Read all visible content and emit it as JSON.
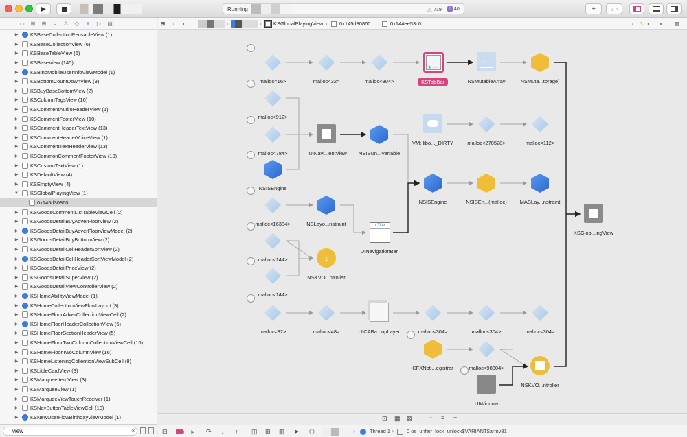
{
  "toolbar": {
    "status": "Running",
    "warnings": "719",
    "issues": "40",
    "add_label": "+"
  },
  "filter": {
    "value": "view"
  },
  "jumpbar": {
    "crumb_class": "KSGlobalPlayingView",
    "crumb_addr1": "0x145d30860",
    "crumb_addr2": "0x144ee53c0"
  },
  "sidebar": {
    "items": [
      {
        "label": "KSBaseCollectionReusableView (1)",
        "icon": "cube",
        "indent": 0
      },
      {
        "label": "KSBaseCollectionView (6)",
        "icon": "grid",
        "indent": 0
      },
      {
        "label": "KSBaseTableView (6)",
        "icon": "box",
        "indent": 0
      },
      {
        "label": "KSBaseView (145)",
        "icon": "box",
        "indent": 0
      },
      {
        "label": "KSBindMobileUserInfoViewModel (1)",
        "icon": "cube",
        "indent": 0
      },
      {
        "label": "KSBottomCountDownView (3)",
        "icon": "box",
        "indent": 0
      },
      {
        "label": "KSBuyBaseBottomView (2)",
        "icon": "box",
        "indent": 0
      },
      {
        "label": "KSColumnTagsView (16)",
        "icon": "box",
        "indent": 0
      },
      {
        "label": "KSCommentAudioHeaderView (1)",
        "icon": "box",
        "indent": 0
      },
      {
        "label": "KSCommentFooterView (10)",
        "icon": "box",
        "indent": 0
      },
      {
        "label": "KSCommentHeaderTextView (13)",
        "icon": "box",
        "indent": 0
      },
      {
        "label": "KSCommentHeaderVoiceView (1)",
        "icon": "box",
        "indent": 0
      },
      {
        "label": "KSCommentTextHeaderView (13)",
        "icon": "box",
        "indent": 0
      },
      {
        "label": "KSCommonCommentFooterView (10)",
        "icon": "box",
        "indent": 0
      },
      {
        "label": "KSCustomTextView (1)",
        "icon": "grid",
        "indent": 0
      },
      {
        "label": "KSDefaultView (4)",
        "icon": "box",
        "indent": 0
      },
      {
        "label": "KSEmptyView (4)",
        "icon": "box",
        "indent": 0
      },
      {
        "label": "KSGlobalPlayingView (1)",
        "icon": "box",
        "indent": 0,
        "expanded": true
      },
      {
        "label": "0x145d30860",
        "icon": "box",
        "indent": 1,
        "selected": true
      },
      {
        "label": "KSGoodsCommentListTableViewCell (2)",
        "icon": "grid",
        "indent": 0
      },
      {
        "label": "KSGoodsDetailBuyAdverFloorView (2)",
        "icon": "box",
        "indent": 0
      },
      {
        "label": "KSGoodsDetailBuyAdverFloorViewModel (2)",
        "icon": "cube",
        "indent": 0
      },
      {
        "label": "KSGoodsDetailBuyBottomView (2)",
        "icon": "box",
        "indent": 0
      },
      {
        "label": "KSGoodsDetailCellHeaderSortView (2)",
        "icon": "box",
        "indent": 0
      },
      {
        "label": "KSGoodsDetailCellHeaderSortViewModel (2)",
        "icon": "cube",
        "indent": 0
      },
      {
        "label": "KSGoodsDetailPriceView (2)",
        "icon": "box",
        "indent": 0
      },
      {
        "label": "KSGoodsDetailSuperView (2)",
        "icon": "box",
        "indent": 0
      },
      {
        "label": "KSGoodsDetailViewControllerView (2)",
        "icon": "box",
        "indent": 0
      },
      {
        "label": "KSHomeAbilityViewModel (1)",
        "icon": "cube",
        "indent": 0
      },
      {
        "label": "KSHomeCollectionViewFlowLayout (3)",
        "icon": "cube",
        "indent": 0
      },
      {
        "label": "KSHomeFloorAdverCollectionViewCell (2)",
        "icon": "grid",
        "indent": 0
      },
      {
        "label": "KSHomeFloorHeaderCollectionView (5)",
        "icon": "cube",
        "indent": 0
      },
      {
        "label": "KSHomeFloorSectionHeaderView (5)",
        "icon": "box",
        "indent": 0
      },
      {
        "label": "KSHomeFloorTwoColumnCollectionViewCell (16)",
        "icon": "grid",
        "indent": 0
      },
      {
        "label": "KSHomeFloorTwoColumnView (16)",
        "icon": "box",
        "indent": 0
      },
      {
        "label": "KSHomeListeningCollentionViewSubCell (8)",
        "icon": "grid",
        "indent": 0
      },
      {
        "label": "KSLittleCardView (3)",
        "icon": "box",
        "indent": 0
      },
      {
        "label": "KSMarqueeItemView (3)",
        "icon": "box",
        "indent": 0
      },
      {
        "label": "KSMarqueeView (1)",
        "icon": "box",
        "indent": 0
      },
      {
        "label": "KSMarqueeViewTouchReceiver (1)",
        "icon": "box",
        "indent": 0
      },
      {
        "label": "KSNavButtonTableViewCell (10)",
        "icon": "grid",
        "indent": 0
      },
      {
        "label": "KSNewUserFlowBirthdayViewModel (1)",
        "icon": "cube",
        "indent": 0
      }
    ]
  },
  "graph": {
    "nodes": [
      {
        "id": "m16",
        "label": "malloc<16>",
        "kind": "diamond",
        "mem": true
      },
      {
        "id": "m32a",
        "label": "malloc<32>",
        "kind": "diamond"
      },
      {
        "id": "m304a",
        "label": "malloc<304>",
        "kind": "diamond"
      },
      {
        "id": "tabbar",
        "label": "KSTabBar",
        "kind": "tabbar",
        "highlight": true
      },
      {
        "id": "nsmarr",
        "label": "NSMutableArray",
        "kind": "bracket"
      },
      {
        "id": "nsmuta",
        "label": "NSMuta...torage)",
        "kind": "hexagon"
      },
      {
        "id": "m912",
        "label": "malloc<912>",
        "kind": "diamond",
        "mem": true
      },
      {
        "id": "m784",
        "label": "malloc<784>",
        "kind": "diamond",
        "mem": true
      },
      {
        "id": "uinavi",
        "label": "_UINavi...entView",
        "kind": "square"
      },
      {
        "id": "nsisvar",
        "label": "NSISUn...Variable",
        "kind": "cube"
      },
      {
        "id": "vmlibo",
        "label": "VM: libo..._DIRTY",
        "kind": "vm"
      },
      {
        "id": "m278528",
        "label": "malloc<278528>",
        "kind": "diamond"
      },
      {
        "id": "m112",
        "label": "malloc<112>",
        "kind": "diamond"
      },
      {
        "id": "nsisengA",
        "label": "NSISEngine",
        "kind": "cube",
        "mem": true
      },
      {
        "id": "nsisengB",
        "label": "NSISEngine",
        "kind": "cube"
      },
      {
        "id": "nsisenmal",
        "label": "NSISEn...(malloc)",
        "kind": "hexagon"
      },
      {
        "id": "maslay",
        "label": "MASLay...nstraint",
        "kind": "cube"
      },
      {
        "id": "m16384",
        "label": "malloc<16384>",
        "kind": "diamond",
        "mem": true
      },
      {
        "id": "nslayo",
        "label": "NSLayo...nstraint",
        "kind": "cube"
      },
      {
        "id": "uinavbar",
        "label": "UINavigationBar",
        "kind": "navbar"
      },
      {
        "id": "ksglob",
        "label": "KSGlob...ingView",
        "kind": "square"
      },
      {
        "id": "m144a",
        "label": "malloc<144>",
        "kind": "diamond",
        "mem": true
      },
      {
        "id": "nskvoA",
        "label": "NSKVO...ntroller",
        "kind": "back"
      },
      {
        "id": "m144b",
        "label": "malloc<144>",
        "kind": "diamond",
        "mem": true
      },
      {
        "id": "m32b",
        "label": "malloc<32>",
        "kind": "diamond",
        "mem": true
      },
      {
        "id": "m48",
        "label": "malloc<48>",
        "kind": "diamond"
      },
      {
        "id": "uicaba",
        "label": "UICABa...opLayer",
        "kind": "layer"
      },
      {
        "id": "m304b",
        "label": "malloc<304>",
        "kind": "diamond"
      },
      {
        "id": "m304c",
        "label": "malloc<304>",
        "kind": "diamond"
      },
      {
        "id": "m304d",
        "label": "malloc<304>",
        "kind": "diamond"
      },
      {
        "id": "cfx",
        "label": "CFXNoti...egistrar",
        "kind": "hexagon",
        "mem": true
      },
      {
        "id": "m98304",
        "label": "malloc<98304>",
        "kind": "diamond"
      },
      {
        "id": "nskvoB",
        "label": "NSKVO...ntroller",
        "kind": "yellowsq"
      },
      {
        "id": "uiwindow",
        "label": "UIWindow",
        "kind": "window",
        "mem": true
      }
    ]
  },
  "debugbar": {
    "thread": "Thread 1",
    "frame": "0 os_unfair_lock_unlock$VARIANT$armv81"
  }
}
